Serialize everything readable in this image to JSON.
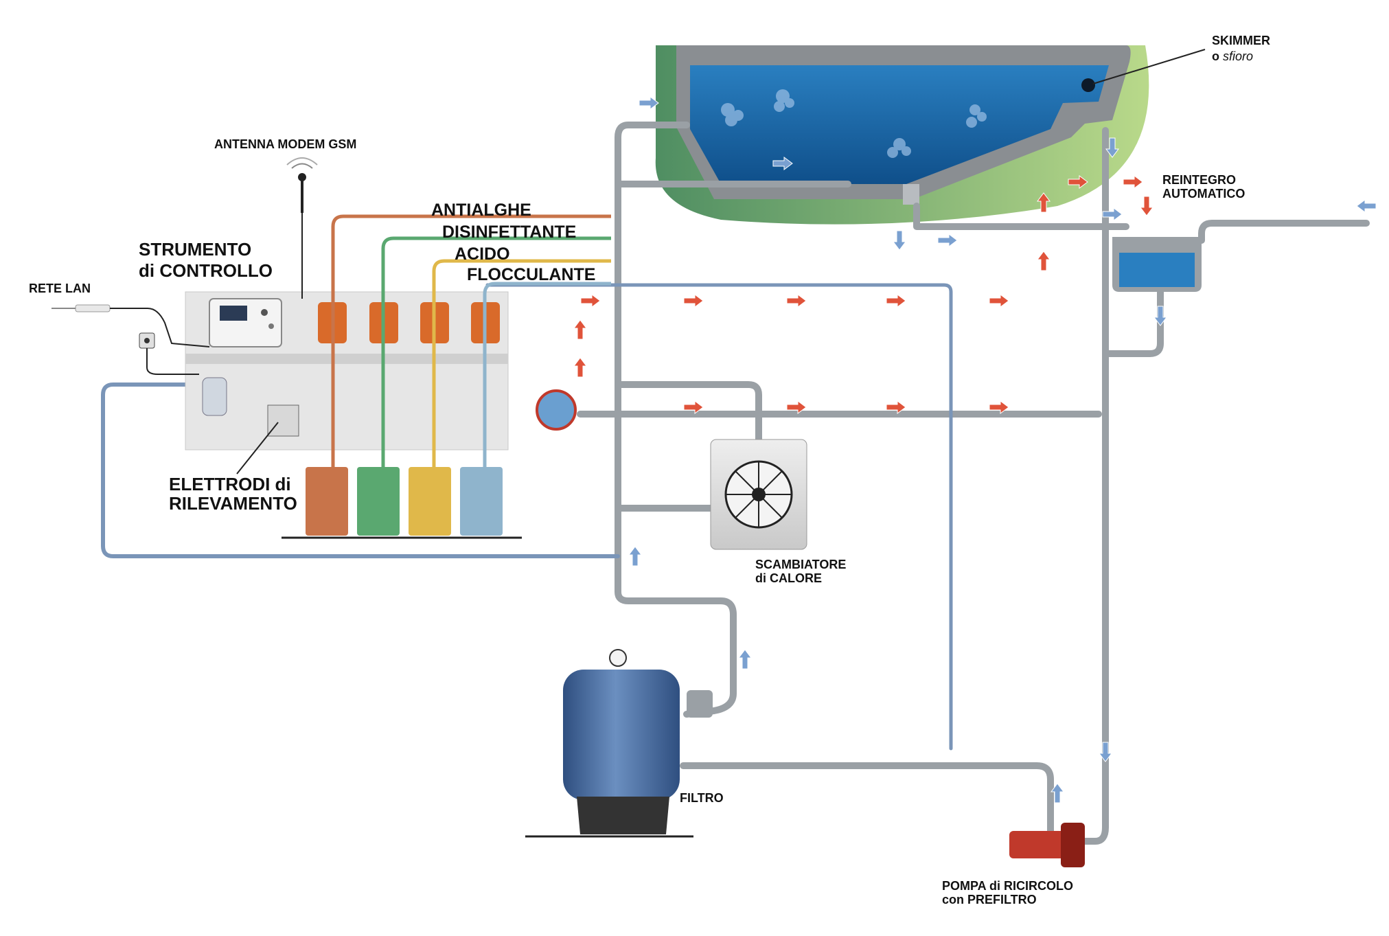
{
  "labels": {
    "skimmer_line1": "SKIMMER",
    "skimmer_line2_prefix": "o",
    "skimmer_line2_italic": "sfioro",
    "antenna": "ANTENNA MODEM GSM",
    "rete_lan": "RETE LAN",
    "strumento_line1": "STRUMENTO",
    "strumento_line2": "di CONTROLLO",
    "elettrodi_line1": "ELETTRODI di",
    "elettrodi_line2": "RILEVAMENTO",
    "reintegro_line1": "REINTEGRO",
    "reintegro_line2": "AUTOMATICO",
    "scambiatore_line1": "SCAMBIATORE",
    "scambiatore_line2": "di CALORE",
    "filtro": "FILTRO",
    "pompa_line1": "POMPA di RICIRCOLO",
    "pompa_line2": "con PREFILTRO"
  },
  "chemicals": [
    {
      "name": "ANTIALGHE",
      "color": "#c8744a"
    },
    {
      "name": "DISINFETTANTE",
      "color": "#5aa870"
    },
    {
      "name": "ACIDO",
      "color": "#e0b84a"
    },
    {
      "name": "FLOCCULANTE",
      "color": "#8fb4cc"
    }
  ],
  "colors": {
    "pool_water": "#1d6fae",
    "pool_border": "#8a8e92",
    "lawn": "#6ea777",
    "pipe": "#b8bcc0",
    "filter_tank": "#4a6fa0",
    "pump_red": "#c0392b",
    "flow_arrow_blue": "#7aa0d0",
    "flow_arrow_red": "#e0533a",
    "panel": "#e6e6e6"
  },
  "icons": [
    "antenna-icon",
    "network-plug-icon",
    "wall-socket-icon",
    "pressure-gauge-icon",
    "heat-exchanger-fan-icon",
    "flow-arrow-icon"
  ]
}
